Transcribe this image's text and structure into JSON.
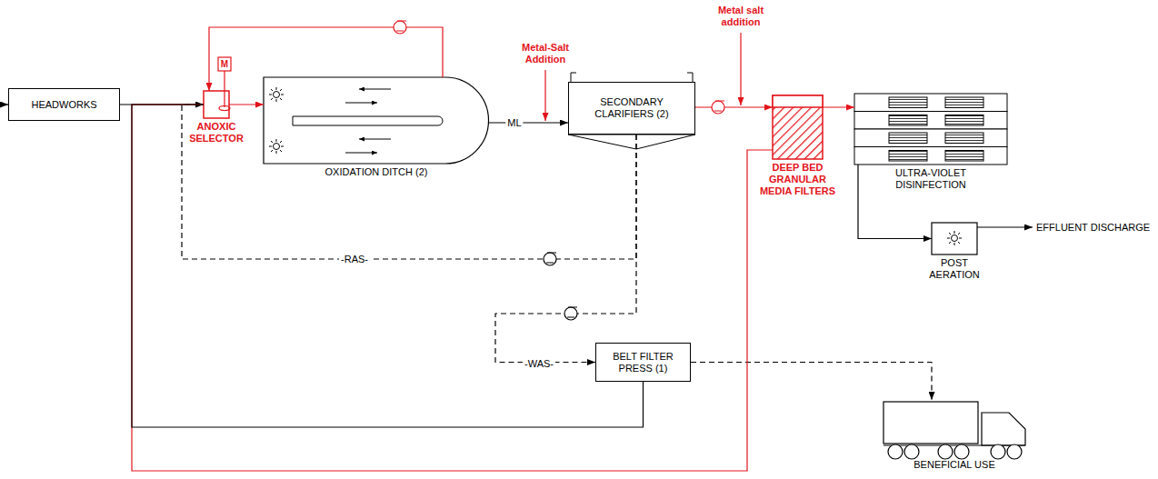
{
  "diagram": {
    "nodes": [
      {
        "text": [
          "HEADWORKS"
        ]
      },
      {
        "text": [
          "ANOXIC SELECTOR"
        ]
      },
      {
        "text": [
          "OXIDATION DITCH (2)"
        ]
      },
      {
        "text": [
          "SECONDARY CLARIFIERS (2)"
        ]
      },
      {
        "text": [
          "DEEP BED GRANULAR MEDIA FILTERS"
        ]
      },
      {
        "text": [
          "ULTRA-VIOLET DISINFECTION"
        ]
      },
      {
        "text": [
          "POST AERATION"
        ]
      },
      {
        "text": [
          "BELT FILTER PRESS (1)"
        ]
      },
      {
        "text": [
          "BENEFICIAL USE"
        ]
      }
    ],
    "edges": [
      {
        "from": 0,
        "to": 1,
        "arrow": "to"
      },
      {
        "from": 1,
        "to": 2,
        "arrow": "to"
      },
      {
        "from": 2,
        "to": 1,
        "arrow": "to"
      },
      {
        "from": 2,
        "to": 3,
        "label": "ML",
        "arrow": "to"
      },
      {
        "from": 3,
        "to": 4,
        "arrow": "to"
      },
      {
        "from": 4,
        "to": 5,
        "arrow": "to"
      },
      {
        "from": 5,
        "to": 6,
        "arrow": "to"
      },
      {
        "from": 3,
        "to": 1,
        "label": "-RAS-",
        "arrow": "none"
      },
      {
        "from": 3,
        "to": 7,
        "label": "-WAS-",
        "arrow": "to"
      },
      {
        "from": 7,
        "to": 8,
        "arrow": "to"
      },
      {
        "from": 4,
        "to": 1,
        "arrow": "none"
      },
      {
        "from": 7,
        "to": 1,
        "arrow": "none"
      }
    ],
    "labels": [
      "M",
      "Metal-Salt Addition",
      "Metal salt addition",
      "EFFLUENT DISCHARGE"
    ]
  }
}
